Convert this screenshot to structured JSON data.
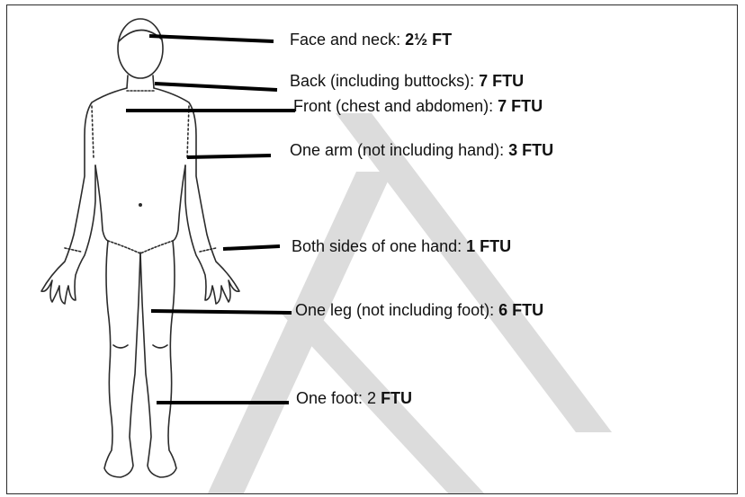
{
  "labels": [
    {
      "id": "face-neck",
      "text": "Face and neck: ",
      "value": "2½ FT"
    },
    {
      "id": "back",
      "text": "Back (including buttocks): ",
      "value": "7 FTU"
    },
    {
      "id": "front",
      "text": "Front (chest and abdomen): ",
      "value": "7 FTU"
    },
    {
      "id": "arm",
      "text": "One arm (not including hand): ",
      "value": "3 FTU"
    },
    {
      "id": "hand",
      "text": "Both sides of one hand: ",
      "value": "1 FTU"
    },
    {
      "id": "leg",
      "text": "One leg (not including foot): ",
      "value": "6 FTU"
    },
    {
      "id": "foot",
      "text": "One foot: 2 ",
      "value": "FTU"
    }
  ],
  "colors": {
    "outline": "#2b2b2b",
    "leader": "#000000",
    "watermark": "#dcdcdc",
    "text": "#111111"
  }
}
